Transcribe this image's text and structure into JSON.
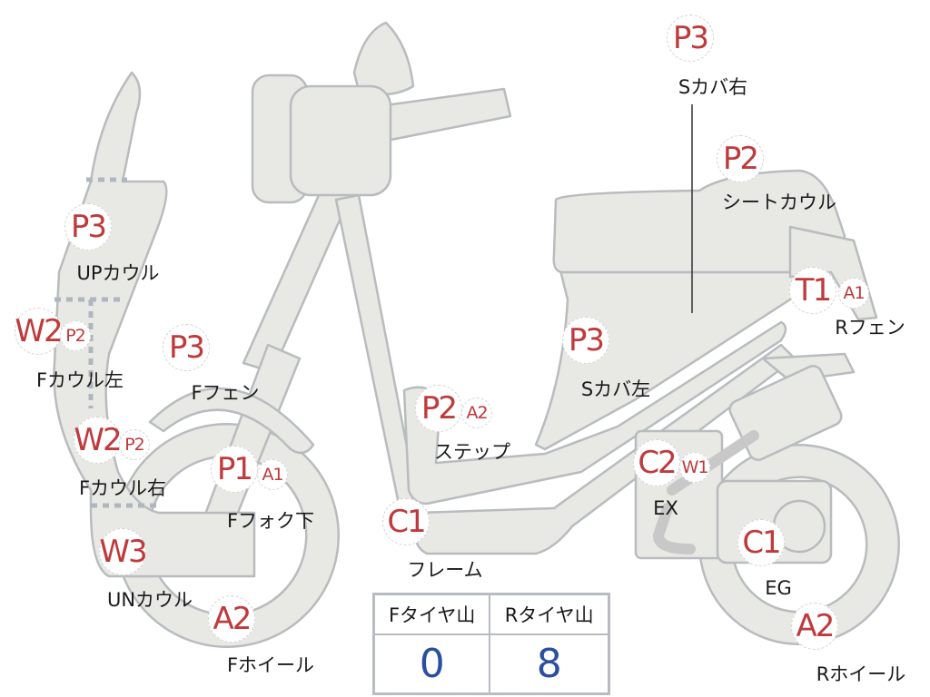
{
  "colors": {
    "code": "#c0393b",
    "value": "#2a4fa0",
    "body_fill": "#e8e8e4",
    "body_stroke": "#b8bcbf"
  },
  "parts": [
    {
      "id": "up-cowl",
      "codes": [
        "P3"
      ],
      "label": "UPカウル"
    },
    {
      "id": "f-cowl-left",
      "codes": [
        "W2",
        "P2"
      ],
      "label": "Fカウル左"
    },
    {
      "id": "f-fender",
      "codes": [
        "P3"
      ],
      "label": "Fフェン"
    },
    {
      "id": "f-cowl-right",
      "codes": [
        "W2",
        "P2"
      ],
      "label": "Fカウル右"
    },
    {
      "id": "f-fork-lower",
      "codes": [
        "P1",
        "A1"
      ],
      "label": "Fフォク下"
    },
    {
      "id": "un-cowl",
      "codes": [
        "W3"
      ],
      "label": "UNカウル"
    },
    {
      "id": "f-wheel",
      "codes": [
        "A2"
      ],
      "label": "Fホイール"
    },
    {
      "id": "step",
      "codes": [
        "P2",
        "A2"
      ],
      "label": "ステップ"
    },
    {
      "id": "frame",
      "codes": [
        "C1"
      ],
      "label": "フレーム"
    },
    {
      "id": "s-cover-left",
      "codes": [
        "P3"
      ],
      "label": "Sカバ左"
    },
    {
      "id": "s-cover-right",
      "codes": [
        "P3"
      ],
      "label": "Sカバ右"
    },
    {
      "id": "seat-cowl",
      "codes": [
        "P2"
      ],
      "label": "シートカウル"
    },
    {
      "id": "r-fender",
      "codes": [
        "T1",
        "A1"
      ],
      "label": "Rフェン"
    },
    {
      "id": "exhaust",
      "codes": [
        "C2",
        "W1"
      ],
      "label": "EX"
    },
    {
      "id": "engine",
      "codes": [
        "C1"
      ],
      "label": "EG"
    },
    {
      "id": "r-wheel",
      "codes": [
        "A2"
      ],
      "label": "Rホイール"
    }
  ],
  "tire_table": {
    "headers": [
      "Fタイヤ山",
      "Rタイヤ山"
    ],
    "values": [
      "0",
      "8"
    ]
  }
}
